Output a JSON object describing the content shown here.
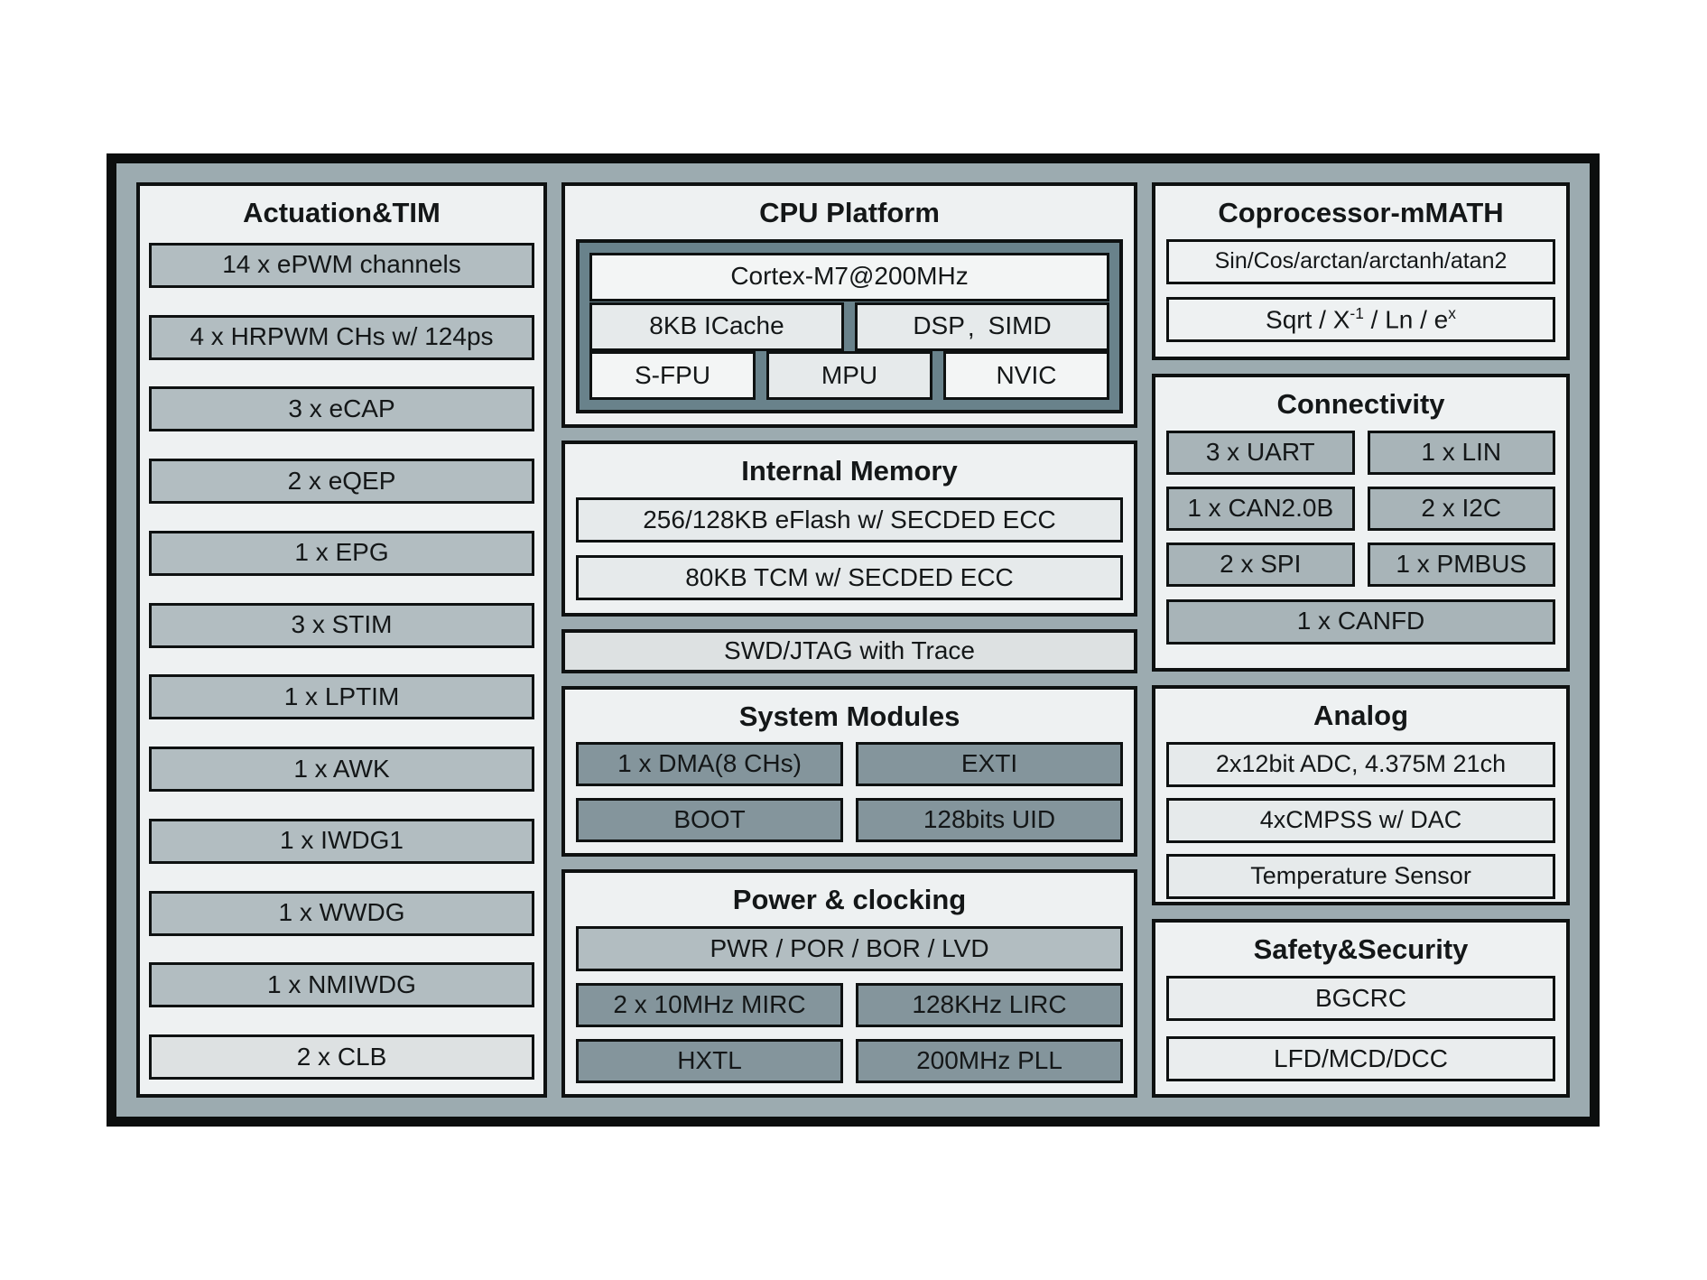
{
  "colors": {
    "frame_border": "#0c0e0e",
    "frame_band": "#9cabb0",
    "panel_bg": "#eef1f2",
    "box_gray": "#b2bdc1",
    "box_gray_connectivity": "#a8b4b8",
    "box_dark": "#84959c",
    "box_light": "#dde1e2",
    "cpu_container": "#69828b",
    "box_white": "#f3f5f5"
  },
  "actuation": {
    "title": "Actuation&TIM",
    "items": [
      {
        "label": "14 x ePWM channels",
        "variant": "gray"
      },
      {
        "label": "4 x HRPWM CHs w/ 124ps",
        "variant": "gray"
      },
      {
        "label": "3 x eCAP",
        "variant": "gray"
      },
      {
        "label": "2 x eQEP",
        "variant": "gray"
      },
      {
        "label": "1 x EPG",
        "variant": "gray"
      },
      {
        "label": "3 x STIM",
        "variant": "gray"
      },
      {
        "label": "1 x LPTIM",
        "variant": "gray"
      },
      {
        "label": "1 x AWK",
        "variant": "gray"
      },
      {
        "label": "1 x IWDG1",
        "variant": "gray"
      },
      {
        "label": "1 x WWDG",
        "variant": "gray"
      },
      {
        "label": "1 x NMIWDG",
        "variant": "gray"
      },
      {
        "label": "2 x CLB",
        "variant": "light"
      }
    ]
  },
  "cpu": {
    "title": "CPU Platform",
    "core_label": "Cortex-M7@200MHz",
    "icache_label": "8KB ICache",
    "dsp_simd": {
      "label": "DSP、SIMD",
      "a": "DSP",
      "comma": ",",
      "b": "SIMD"
    },
    "row3": [
      "S-FPU",
      "MPU",
      "NVIC"
    ]
  },
  "memory": {
    "title": "Internal Memory",
    "items": [
      "256/128KB eFlash w/ SECDED ECC",
      "80KB TCM w/ SECDED ECC"
    ]
  },
  "debug_bar": {
    "label": "SWD/JTAG with Trace"
  },
  "system_modules": {
    "title": "System Modules",
    "items": [
      "1 x DMA(8 CHs)",
      "EXTI",
      "BOOT",
      "128bits UID"
    ]
  },
  "power": {
    "title": "Power & clocking",
    "bar_label": "PWR / POR / BOR / LVD",
    "items": [
      "2 x 10MHz MIRC",
      "128KHz LIRC",
      "HXTL",
      "200MHz PLL"
    ]
  },
  "coprocessor": {
    "title": "Coprocessor-mMATH",
    "trig_label": "Sin/Cos/arctan/arctanh/atan2",
    "math": {
      "label": "Sqrt / X⁻¹ / Ln / eˣ",
      "pre": "Sqrt / X",
      "sup1": "-1",
      "mid": " / Ln / e",
      "sup2": "x"
    }
  },
  "connectivity": {
    "title": "Connectivity",
    "grid": [
      "3 x UART",
      "1 x LIN",
      "1 x CAN2.0B",
      "2 x I2C",
      "2 x SPI",
      "1 x PMBUS"
    ],
    "full_label": "1 x CANFD"
  },
  "analog": {
    "title": "Analog",
    "items": [
      "2x12bit ADC, 4.375M 21ch",
      "4xCMPSS w/ DAC",
      "Temperature Sensor"
    ]
  },
  "safety": {
    "title": "Safety&Security",
    "items": [
      "BGCRC",
      "LFD/MCD/DCC"
    ]
  }
}
